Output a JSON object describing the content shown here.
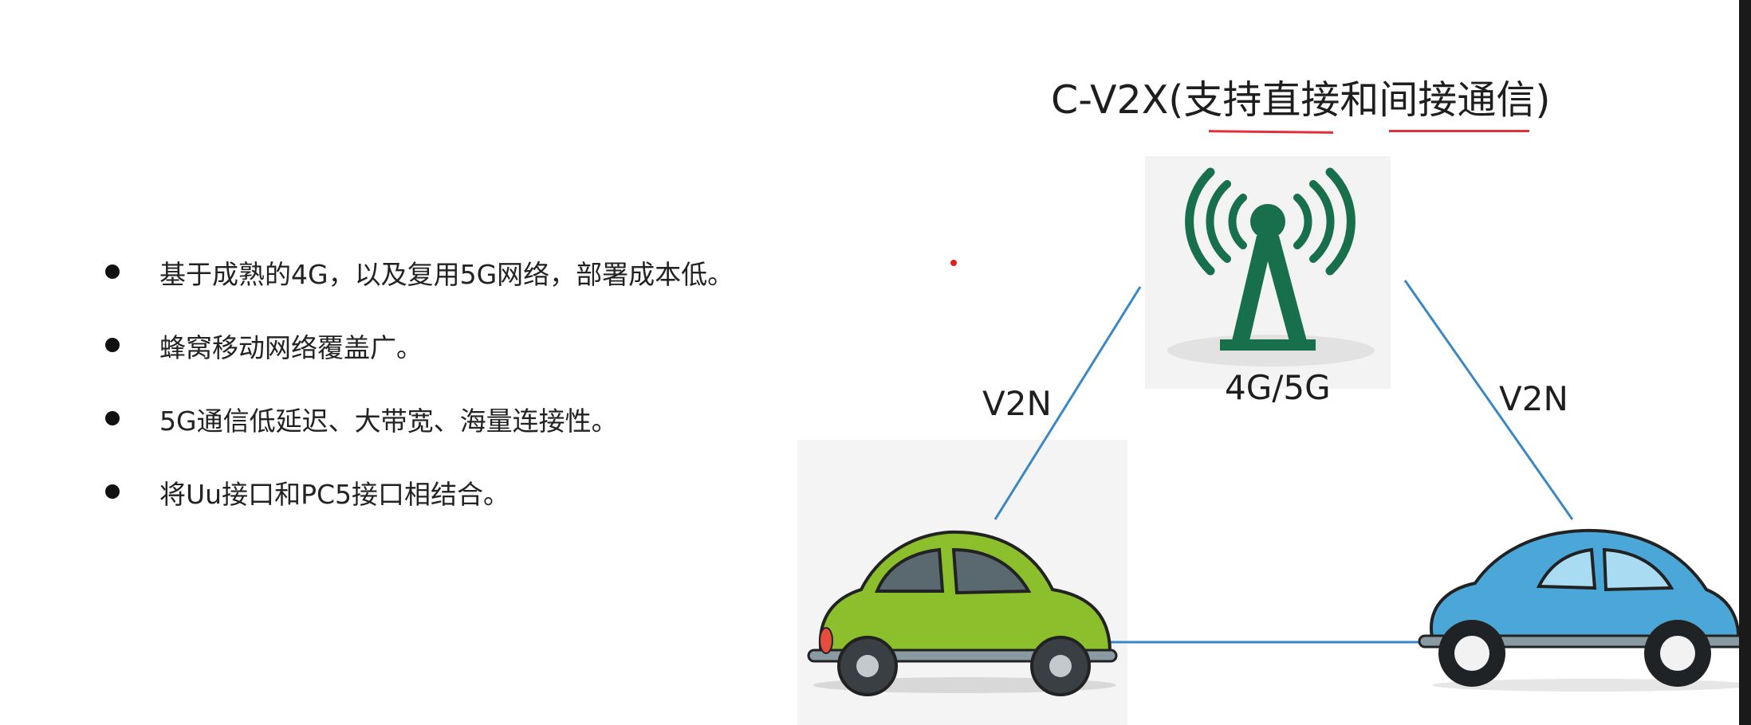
{
  "bullets": [
    "基于成熟的4G，以及复用5G网络，部署成本低。",
    "蜂窝移动网络覆盖广。",
    "5G通信低延迟、大带宽、海量连接性。",
    "将Uu接口和PC5接口相结合。"
  ],
  "diagram": {
    "title": "C-V2X(支持直接和间接通信)",
    "tower_label": "4G/5G",
    "link_left_label": "V2N",
    "link_right_label": "V2N"
  },
  "icons": {
    "tower": "cell-tower-icon",
    "car_left": "green-beetle-car",
    "car_right": "blue-beetle-car"
  },
  "colors": {
    "tower": "#17704b",
    "link_line": "#3a87c6",
    "underline": "#e0303a",
    "car_left_body": "#8bbf2c",
    "car_right_body": "#4ba7d8"
  }
}
